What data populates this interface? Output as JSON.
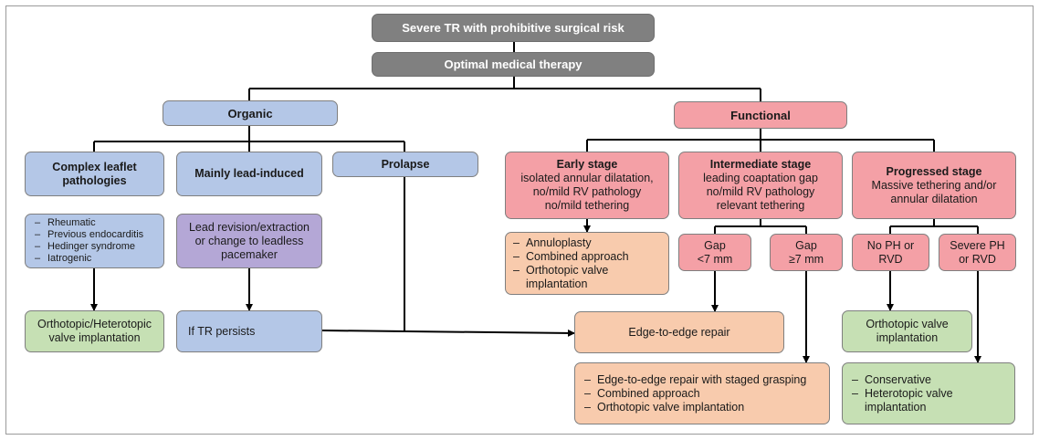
{
  "top": {
    "title": "Severe TR with prohibitive surgical risk",
    "therapy": "Optimal medical therapy"
  },
  "organic": {
    "label": "Organic",
    "complex": {
      "line1": "Complex leaflet",
      "line2": "pathologies",
      "items": [
        "Rheumatic",
        "Previous endocarditis",
        "Hedinger syndrome",
        "Iatrogenic"
      ]
    },
    "lead": {
      "title": "Mainly lead-induced",
      "action": [
        "Lead revision/extraction",
        "or change to leadless",
        "pacemaker"
      ],
      "persists": "If TR persists"
    },
    "prolapse": "Prolapse",
    "ortho_hetero": [
      "Orthotopic/Heterotopic",
      "valve implantation"
    ]
  },
  "functional": {
    "label": "Functional",
    "early": {
      "title": "Early stage",
      "lines": [
        "isolated annular dilatation,",
        "no/mild RV pathology",
        "no/mild tethering"
      ],
      "items": [
        "Annuloplasty",
        "Combined approach",
        "Orthotopic valve implantation"
      ]
    },
    "intermediate": {
      "title": "Intermediate stage",
      "lines": [
        "leading coaptation gap",
        "no/mild RV pathology",
        "relevant tethering"
      ],
      "gap_small": [
        "Gap",
        "<7 mm"
      ],
      "gap_large": [
        "Gap",
        "≥7 mm"
      ]
    },
    "progressed": {
      "title": "Progressed stage",
      "lines": [
        "Massive tethering and/or",
        "annular dilatation"
      ],
      "no_ph": [
        "No PH or",
        "RVD"
      ],
      "severe_ph": [
        "Severe PH",
        "or RVD"
      ],
      "ortho": [
        "Orthotopic valve",
        "implantation"
      ],
      "conservative": [
        "Conservative",
        "Heterotopic valve implantation"
      ]
    }
  },
  "outcomes": {
    "edge": "Edge-to-edge repair",
    "staged": [
      "Edge-to-edge repair with staged grasping",
      "Combined approach",
      "Orthotopic valve implantation"
    ]
  },
  "colors": {
    "gray": "#808080",
    "blue": "#b4c7e7",
    "pink": "#f4a0a6",
    "purple": "#b4a7d6",
    "green": "#c6e0b4",
    "peach": "#f8cbad"
  }
}
